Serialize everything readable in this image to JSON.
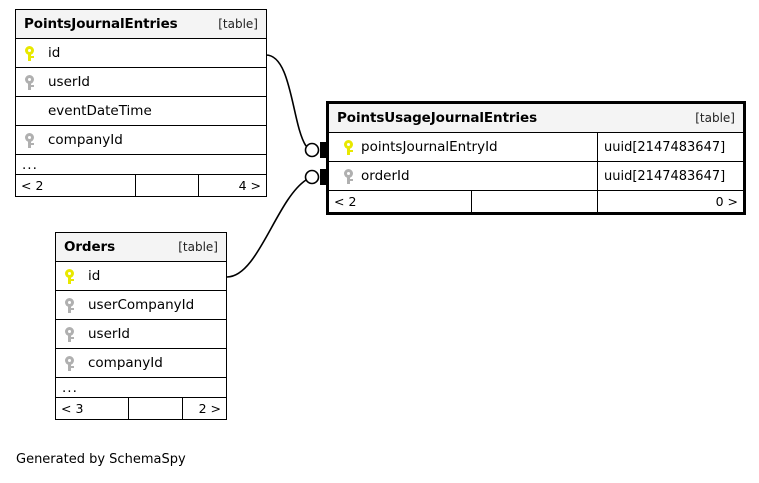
{
  "diagram": {
    "caption": "Generated by SchemaSpy",
    "background": "#ffffff",
    "line_color": "#000000",
    "header_fill": "#f4f4f4",
    "primary_key_color": "#e8e800",
    "foreign_key_color": "#b0b0b0"
  },
  "tables": [
    {
      "id": "pointsJournalEntries",
      "name": "PointsJournalEntries",
      "tag": "[table]",
      "focal": false,
      "columns": [
        {
          "key": "primary",
          "name": "id",
          "type": ""
        },
        {
          "key": "foreign",
          "name": "userId",
          "type": ""
        },
        {
          "key": "none",
          "name": "eventDateTime",
          "type": ""
        },
        {
          "key": "foreign",
          "name": "companyId",
          "type": ""
        }
      ],
      "more": "...",
      "footer": {
        "left": "< 2",
        "middle": "",
        "right": "4 >"
      }
    },
    {
      "id": "pointsUsageJournalEntries",
      "name": "PointsUsageJournalEntries",
      "tag": "[table]",
      "focal": true,
      "columns": [
        {
          "key": "primary",
          "name": "pointsJournalEntryId",
          "type": "uuid[2147483647]"
        },
        {
          "key": "foreign",
          "name": "orderId",
          "type": "uuid[2147483647]"
        }
      ],
      "more": "",
      "footer": {
        "left": "< 2",
        "middle": "",
        "right": "0 >"
      }
    },
    {
      "id": "orders",
      "name": "Orders",
      "tag": "[table]",
      "focal": false,
      "columns": [
        {
          "key": "primary",
          "name": "id",
          "type": ""
        },
        {
          "key": "foreign",
          "name": "userCompanyId",
          "type": ""
        },
        {
          "key": "foreign",
          "name": "userId",
          "type": ""
        },
        {
          "key": "foreign",
          "name": "companyId",
          "type": ""
        }
      ],
      "more": "...",
      "footer": {
        "left": "< 3",
        "middle": "",
        "right": "2 >"
      }
    }
  ],
  "relationships": [
    {
      "id": "rel-pje-to-puje",
      "from_table": "PointsJournalEntries",
      "from_column": "id",
      "to_table": "PointsUsageJournalEntries",
      "to_column": "pointsJournalEntryId",
      "end_marker": "optional-zero"
    },
    {
      "id": "rel-orders-to-puje",
      "from_table": "Orders",
      "from_column": "id",
      "to_table": "PointsUsageJournalEntries",
      "to_column": "orderId",
      "end_marker": "optional-zero"
    }
  ]
}
